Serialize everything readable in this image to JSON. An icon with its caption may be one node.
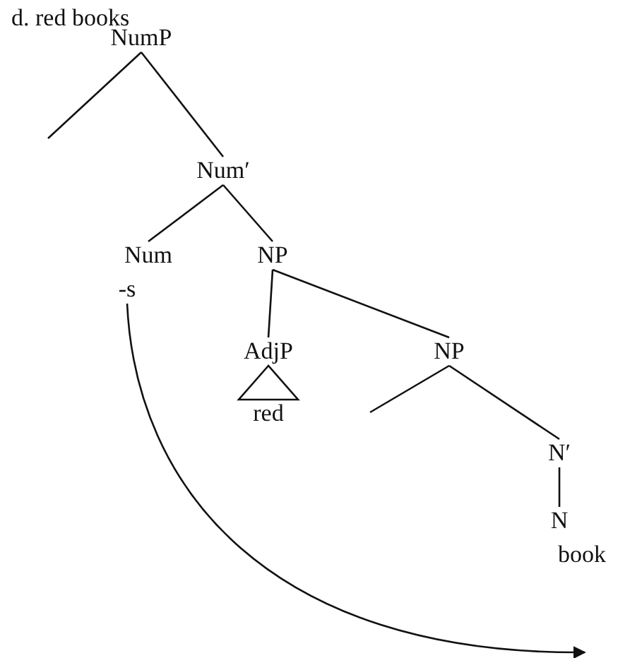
{
  "diagram": {
    "title": "d. red books",
    "nodes": [
      {
        "text": [
          "NumP"
        ]
      },
      {
        "text": [
          "Num′"
        ]
      },
      {
        "text": [
          "Num"
        ]
      },
      {
        "text": [
          "-s"
        ]
      },
      {
        "text": [
          "NP"
        ]
      },
      {
        "text": [
          "AdjP"
        ]
      },
      {
        "text": [
          "red"
        ]
      },
      {
        "text": [
          "NP"
        ]
      },
      {
        "text": [
          "N′"
        ]
      },
      {
        "text": [
          "N"
        ]
      },
      {
        "text": [
          "book"
        ]
      }
    ],
    "edges": [
      {
        "from": 0,
        "to": null,
        "arrow": "none"
      },
      {
        "from": 0,
        "to": 1,
        "arrow": "none"
      },
      {
        "from": 1,
        "to": 2,
        "arrow": "none"
      },
      {
        "from": 1,
        "to": 4,
        "arrow": "none"
      },
      {
        "from": 4,
        "to": 5,
        "arrow": "none"
      },
      {
        "from": 4,
        "to": 7,
        "arrow": "none"
      },
      {
        "from": 5,
        "to": 6,
        "arrow": "none"
      },
      {
        "from": 7,
        "to": null,
        "arrow": "none"
      },
      {
        "from": 7,
        "to": 8,
        "arrow": "none"
      },
      {
        "from": 8,
        "to": 9,
        "arrow": "none"
      },
      {
        "from": 3,
        "to": null,
        "arrow": "to"
      }
    ]
  }
}
